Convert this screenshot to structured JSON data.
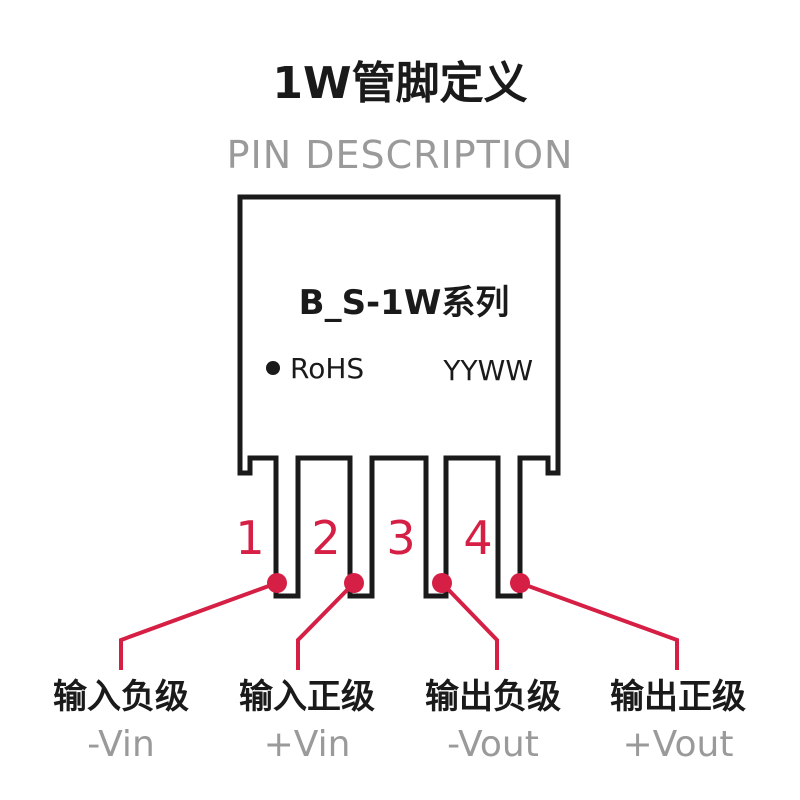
{
  "title": "1W管脚定义",
  "subtitle": "PIN DESCRIPTION",
  "package": {
    "series": "B_S-1W系列",
    "rohs_label": "RoHS",
    "date_code": "YYWW"
  },
  "pins": [
    {
      "number": "1",
      "name_cn": "输入负级",
      "name_en": "-Vin"
    },
    {
      "number": "2",
      "name_cn": "输入正级",
      "name_en": "+Vin"
    },
    {
      "number": "3",
      "name_cn": "输出负级",
      "name_en": "-Vout"
    },
    {
      "number": "4",
      "name_cn": "输出正级",
      "name_en": "+Vout"
    }
  ],
  "colors": {
    "accent": "#d61f45",
    "ink": "#1a1a1a",
    "muted": "#9a9a9a"
  }
}
